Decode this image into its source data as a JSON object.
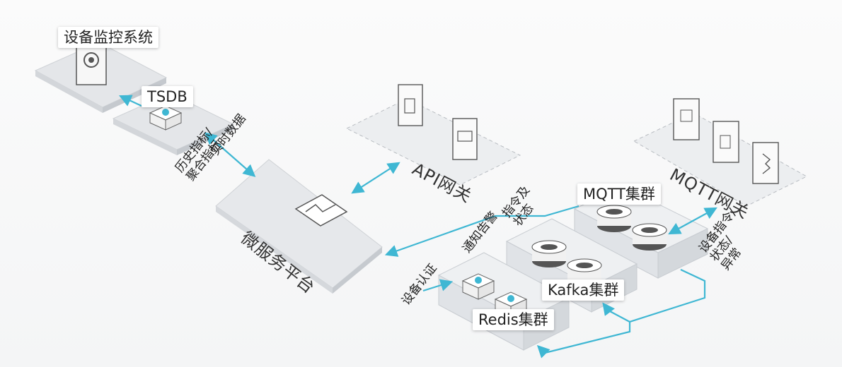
{
  "monitor": {
    "label": "设备监控系统"
  },
  "tsdb": {
    "label": "TSDB"
  },
  "micro": {
    "label": "微服务平台"
  },
  "api": {
    "label": "API网关"
  },
  "mqtt_gw": {
    "label": "MQTT网关"
  },
  "mqtt_cluster": {
    "label": "MQTT集群"
  },
  "kafka": {
    "label": "Kafka集群"
  },
  "redis": {
    "label": "Redis集群"
  },
  "flows": {
    "realtime": "实时数据",
    "history_1": "历史指标/",
    "history_2": "聚合指标",
    "cmd_1": "指令及",
    "cmd_2": "状态",
    "notify": "通知告警",
    "auth": "设备认证",
    "dev_1": "设备指令/",
    "dev_2": "状态/",
    "dev_3": "异常"
  },
  "colors": {
    "accent": "#3fb7d3",
    "platform": "#e4e7ea",
    "tile": "#e6e8eb",
    "line": "#c9ccd0"
  }
}
